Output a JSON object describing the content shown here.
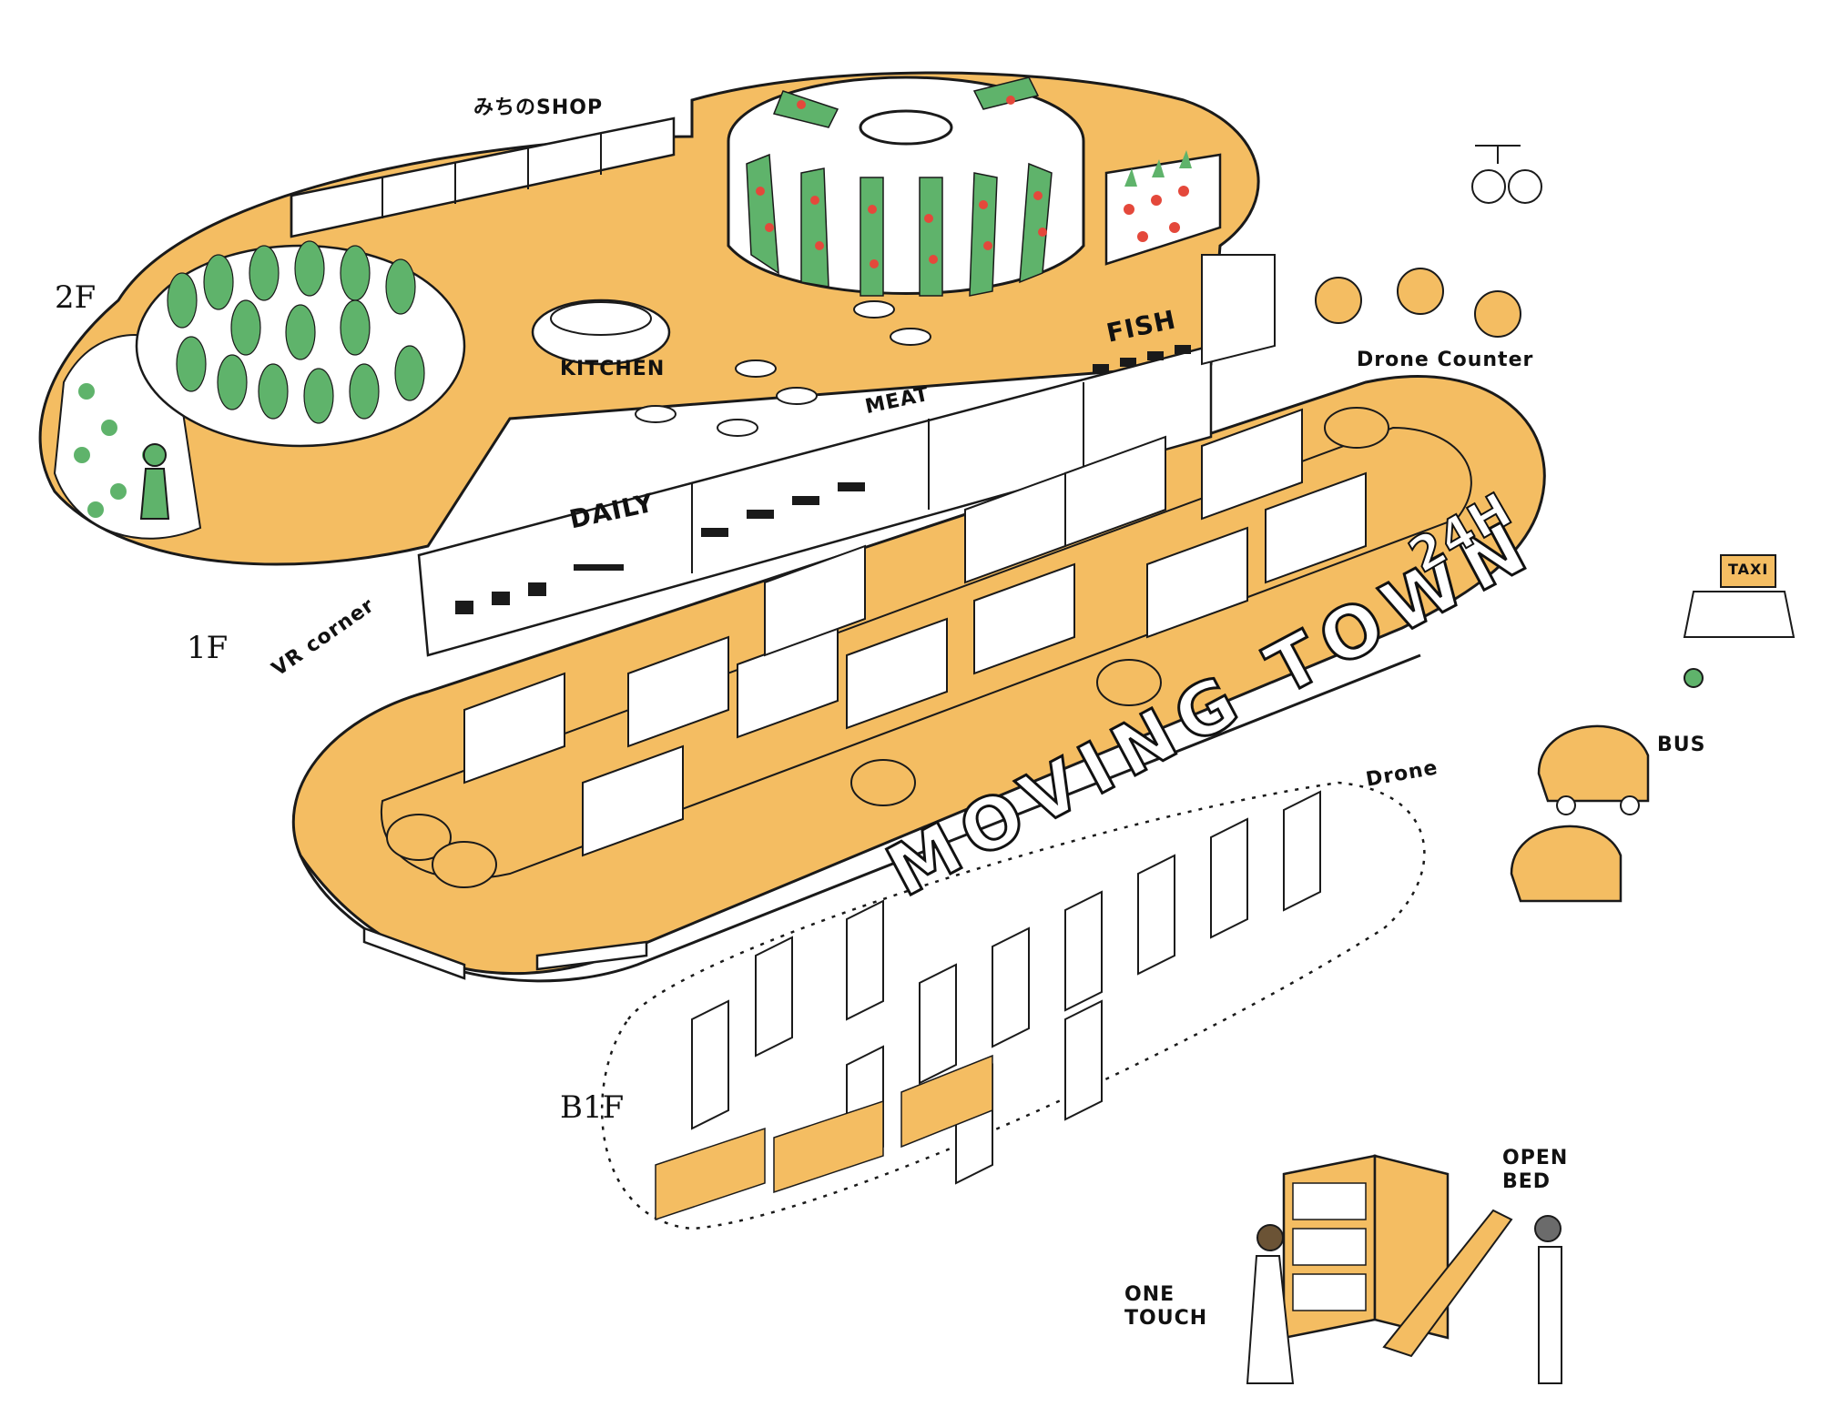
{
  "colors": {
    "floor": "#f4bd62",
    "plant": "#5fb36b",
    "ink": "#1a1a1a",
    "paper": "#ffffff",
    "fruit": "#e4483b"
  },
  "title": "MOVING TOWN",
  "floors": {
    "second": "2F",
    "first": "1F",
    "basement": "B1F"
  },
  "second_floor": {
    "shop": "みちのSHOP",
    "kitchen": "KITCHEN"
  },
  "first_floor": {
    "daily": "DAILY",
    "meat": "MEAT",
    "fish": "FISH",
    "vr_corner": "VR corner",
    "open_24h": "24H"
  },
  "outside": {
    "drone_counter": "Drone Counter",
    "drone": "Drone",
    "bus": "BUS",
    "taxi": "TAXI"
  },
  "bed_demo": {
    "one_touch": "ONE TOUCH",
    "open_bed": "OPEN BED"
  }
}
